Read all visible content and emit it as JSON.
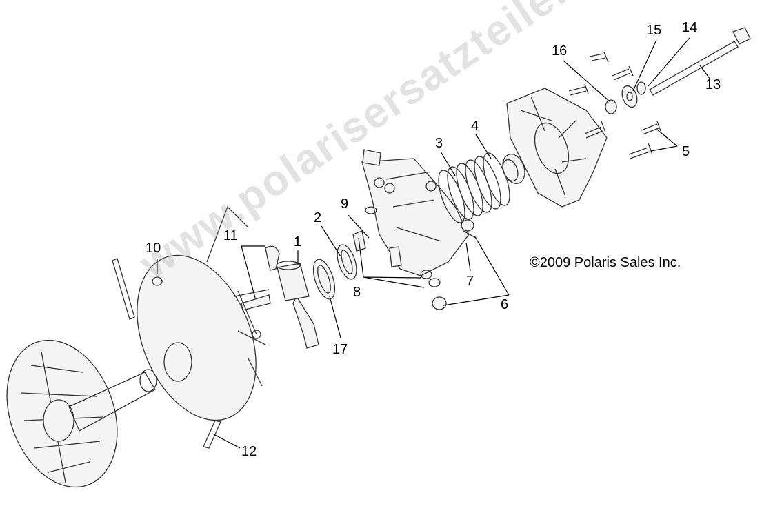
{
  "copyright": "©2009 Polaris Sales Inc.",
  "watermark": "www.polarisersatzteile.de",
  "callouts": {
    "c1": "1",
    "c2": "2",
    "c3": "3",
    "c4": "4",
    "c5": "5",
    "c6": "6",
    "c7": "7",
    "c8": "8",
    "c9": "9",
    "c10": "10",
    "c11": "11",
    "c12": "12",
    "c13": "13",
    "c14": "14",
    "c15": "15",
    "c16": "16",
    "c17": "17"
  }
}
